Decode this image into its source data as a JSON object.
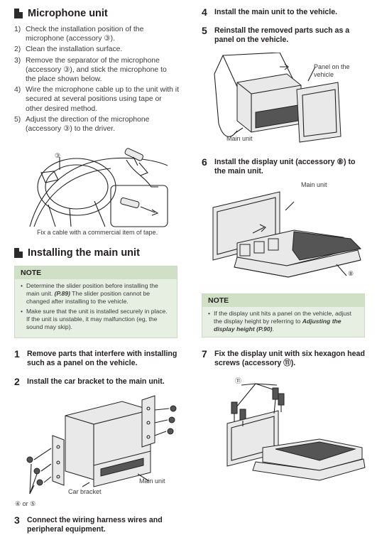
{
  "microphone": {
    "title": "Microphone unit",
    "steps": [
      {
        "n": "1)",
        "text": "Check the installation position of the microphone (accessory ③)."
      },
      {
        "n": "2)",
        "text": "Clean the installation surface."
      },
      {
        "n": "3)",
        "text": "Remove the separator of the microphone (accessory ③), and stick the microphone to the place shown below."
      },
      {
        "n": "4)",
        "text": "Wire the microphone cable up to the unit with it secured at several positions using tape or other desired method."
      },
      {
        "n": "5)",
        "text": "Adjust the direction of the microphone (accessory ③) to the driver."
      }
    ],
    "figure_label": "③",
    "caption": "Fix a cable with a commercial item of tape."
  },
  "installing": {
    "title": "Installing the main unit",
    "note_title": "NOTE",
    "note_1_pre": "Determine the slider position before installing the main unit. ",
    "note_1_ref": "(P.89)",
    "note_1_post": " The slider position cannot be changed after installing to the vehicle.",
    "note_2": "Make sure that the unit is installed securely in place. If the unit is unstable, it may malfunction (eg, the sound may skip).",
    "step1_num": "1",
    "step1": "Remove parts that interfere with installing such as a panel on the vehicle.",
    "step2_num": "2",
    "step2": "Install the car bracket to the main unit.",
    "fig2_main_unit": "Main unit",
    "fig2_car_bracket": "Car bracket",
    "fig2_accessory": "④ or ⑤",
    "step3_num": "3",
    "step3": "Connect the wiring harness wires and peripheral equipment."
  },
  "right": {
    "step4_num": "4",
    "step4": "Install the main unit to the vehicle.",
    "step5_num": "5",
    "step5": "Reinstall the removed parts such as a panel on the vehicle.",
    "fig5_panel": "Panel on the vehicle",
    "fig5_main_unit": "Main unit",
    "step6_num": "6",
    "step6": "Install the display unit (accessory ⑧) to the main unit.",
    "fig6_main_unit": "Main unit",
    "fig6_accessory": "⑧",
    "note_title": "NOTE",
    "note_pre": "If the display unit hits a panel on the vehicle, adjust the display height by referring to ",
    "note_ref": "Adjusting the display height (P.90)",
    "note_post": ".",
    "step7_num": "7",
    "step7": "Fix the display unit with six hexagon head screws (accessory ⑪).",
    "fig7_accessory": "⑪"
  }
}
